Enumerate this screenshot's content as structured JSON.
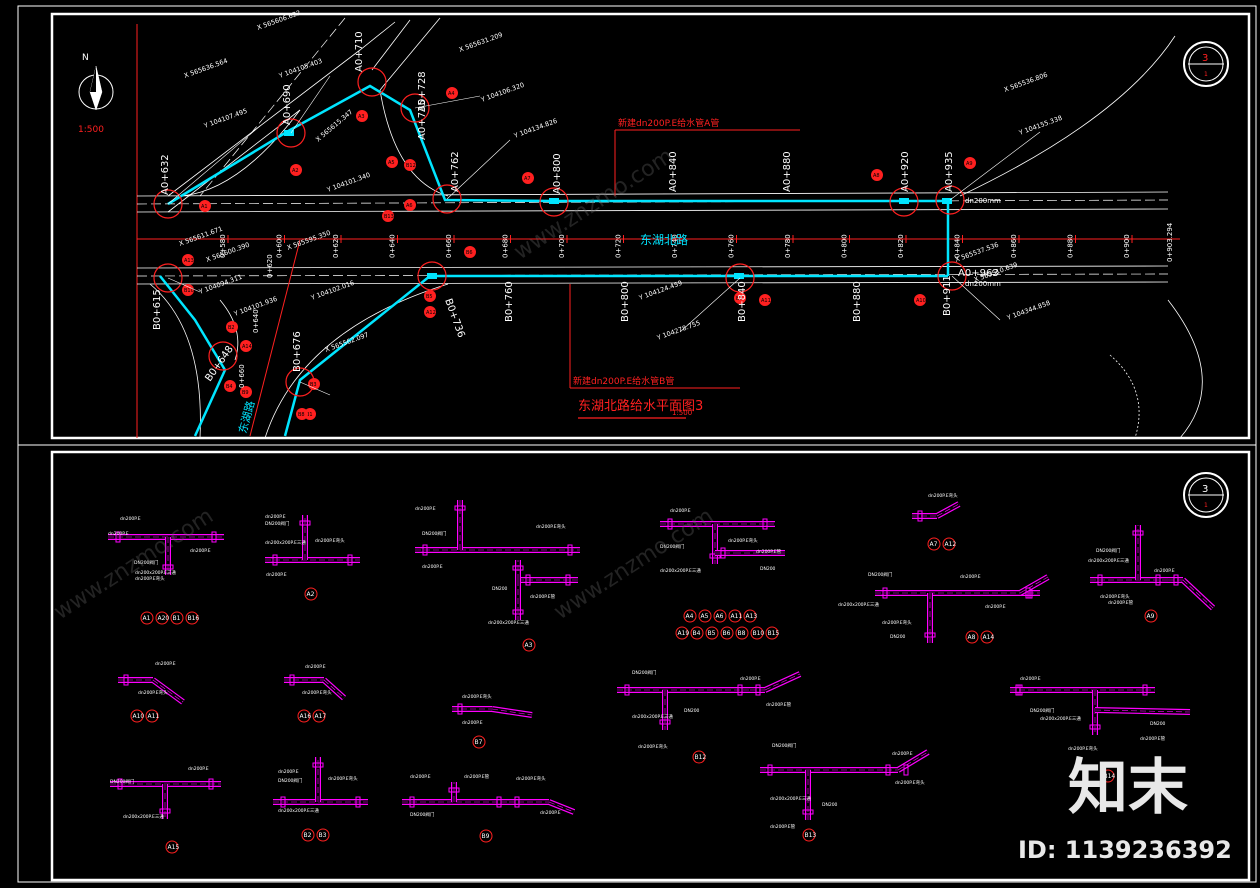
{
  "colors": {
    "pipe": "#00e5ff",
    "road": "#ffffff",
    "axis": "#ff2020",
    "label": "#ff2020",
    "fitting": "#ff00ff",
    "frame": "#ffffff",
    "note": "#d0d0d0"
  },
  "north": {
    "letter": "N",
    "scale": "1:500"
  },
  "top": {
    "road_name": "东湖北路",
    "side_road_name": "东湖路",
    "title": "东湖北路给水平面图3",
    "title_scale": "1:500",
    "note_a": "新建dn200P.E给水管A管",
    "note_b": "新建dn200P.E给水管B管",
    "bubble": {
      "num": "3",
      "sub": "1"
    },
    "size_a": "dn200mm",
    "size_b": "dn200mm",
    "coords": [
      "X 565606.622",
      "X 565631.209",
      "X 565636.564",
      "X 565536.806",
      "Y 104105.403",
      "Y 104106.320",
      "Y 104107.495",
      "Y 104134.826",
      "Y 104155.338",
      "X 565615.347",
      "Y 104101.340",
      "X 565611.671",
      "X 565600.390",
      "X 565595.350",
      "Y 104094.311",
      "Y 104101.936",
      "Y 104102.016",
      "X 565562.097",
      "Y 104124.459",
      "X 565537.536",
      "Y 104278.755",
      "X 565510.639",
      "Y 104344.858"
    ],
    "chain_a": [
      "A0+632",
      "A0+690",
      "A0+710",
      "A0+728",
      "A0+735",
      "A0+762",
      "A0+800",
      "A0+840",
      "A0+880",
      "A0+920",
      "A0+935",
      "A0+963"
    ],
    "chain_b": [
      "B0+615",
      "B0+648",
      "B0+676",
      "B0+736",
      "B0+760",
      "B0+800",
      "B0+840",
      "B0+880",
      "B0+911"
    ],
    "axis_ticks": [
      "0+580",
      "0+600",
      "0+620",
      "0+640",
      "0+660",
      "0+680",
      "0+700",
      "0+720",
      "0+740",
      "0+760",
      "0+780",
      "0+800",
      "0+820",
      "0+840",
      "0+860",
      "0+880",
      "0+900"
    ],
    "axis_end": "0+903.294",
    "side_ticks": [
      "0+620",
      "0+640",
      "0+660"
    ],
    "node_ids": [
      "A1",
      "A2",
      "A3",
      "A4",
      "A5",
      "A6",
      "A7",
      "A8",
      "A9",
      "A10",
      "A11",
      "A12",
      "A13",
      "A14",
      "B1",
      "B2",
      "B3",
      "B4",
      "B5",
      "B6",
      "B7",
      "B8",
      "B9",
      "B10",
      "B12",
      "B13"
    ]
  },
  "bottom": {
    "bubble": {
      "num": "3",
      "sub": "1"
    },
    "groups": [
      {
        "labels": [
          "A1",
          "A20",
          "B1",
          "B16"
        ]
      },
      {
        "labels": [
          "A2"
        ]
      },
      {
        "labels": [
          "A3"
        ]
      },
      {
        "labels": [
          "A4",
          "A5",
          "A6",
          "A11",
          "A13"
        ],
        "labels2": [
          "A19",
          "B4",
          "B5",
          "B6",
          "B8",
          "B10",
          "B15"
        ]
      },
      {
        "labels": [
          "A7",
          "A12"
        ]
      },
      {
        "labels": [
          "A8",
          "A14"
        ]
      },
      {
        "labels": [
          "A9"
        ]
      },
      {
        "labels": [
          "A10",
          "A11"
        ]
      },
      {
        "labels": [
          "A16",
          "A17"
        ]
      },
      {
        "labels": [
          "B7"
        ]
      },
      {
        "labels": [
          "B12"
        ]
      },
      {
        "labels": [
          "A15"
        ]
      },
      {
        "labels": [
          "B2",
          "B3"
        ]
      },
      {
        "labels": [
          "B9"
        ]
      },
      {
        "labels": [
          "B13"
        ]
      },
      {
        "labels": [
          "B14"
        ]
      }
    ],
    "notes": [
      "dn200P.E",
      "DN200阀门",
      "dn200x200P.E三通",
      "dn200P.E弯头",
      "DN200",
      "dn200P.E管"
    ]
  },
  "watermark": {
    "logo": "知末",
    "id": "ID: 1139236392",
    "site": "www.znzmo.com"
  }
}
